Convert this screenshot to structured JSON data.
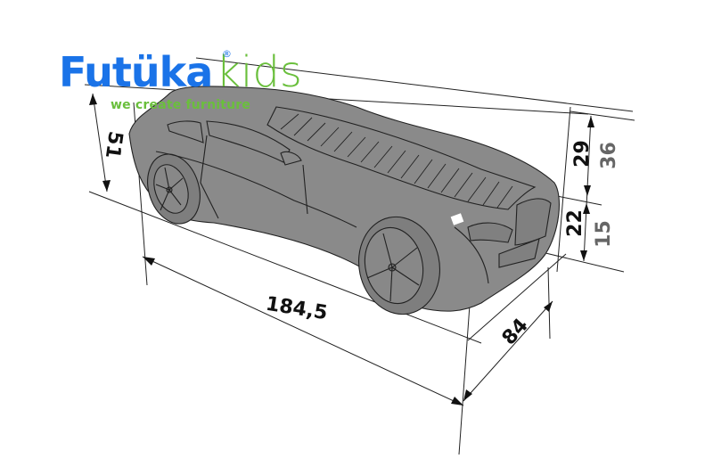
{
  "brand": {
    "name": "Futüka",
    "registered_mark": "®",
    "suffix": "kids",
    "tagline": "we create furniture",
    "colors": {
      "primary_blue": "#1a73e8",
      "green": "#6abf3c"
    }
  },
  "product": {
    "type": "car-shaped kids bed",
    "body_color": "#8a8a8a",
    "outline_color": "#222222"
  },
  "dimensions": {
    "length": "184,5",
    "width": "84",
    "height_rear": "51",
    "height_front_upper": "29",
    "height_front_total": "36",
    "height_front_lower": "22",
    "height_front_base": "15"
  }
}
